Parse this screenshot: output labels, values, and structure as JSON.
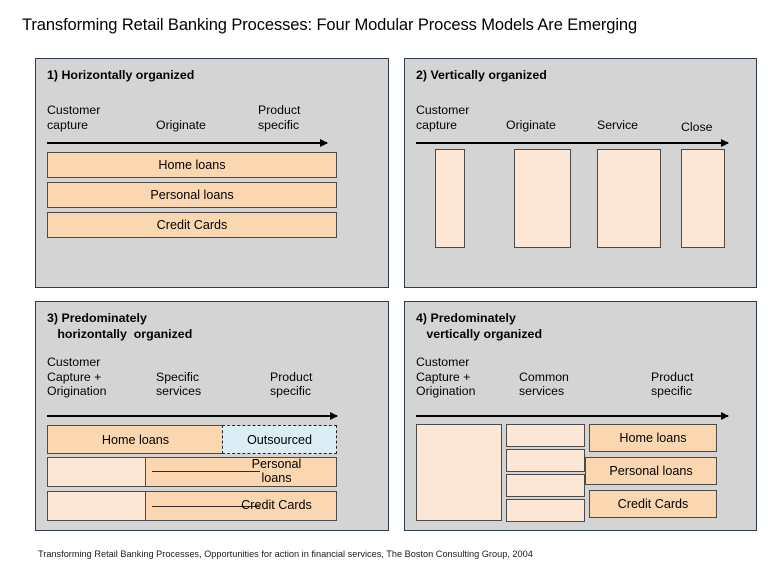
{
  "slide": {
    "title": "Transforming Retail Banking Processes: Four Modular Process Models Are Emerging",
    "footer": "Transforming Retail Banking Processes, Opportunities for action in financial services, The Boston Consulting Group, 2004"
  },
  "colors": {
    "panel_background": "#d4d4d4",
    "panel_border": "#2f3b4e",
    "box_orange": "#fad7b0",
    "box_pale": "#fce7d6",
    "box_blue": "#dcedf5",
    "box_border": "#4a4a4a",
    "text": "#000000",
    "page_background": "#ffffff"
  },
  "panels": [
    {
      "id": "horizontally-organized",
      "title": "1) Horizontally organized",
      "stages": [
        "Customer\ncapture",
        "Originate",
        "Product\nspecific"
      ],
      "bars": [
        {
          "label": "Home loans",
          "fill": "orange"
        },
        {
          "label": "Personal loans",
          "fill": "orange"
        },
        {
          "label": "Credit Cards",
          "fill": "orange"
        }
      ]
    },
    {
      "id": "vertically-organized",
      "title": "2) Vertically organized",
      "stages": [
        "Customer\ncapture",
        "Originate",
        "Service",
        "Close"
      ],
      "columns": [
        {
          "label": "",
          "fill": "pale"
        },
        {
          "label": "",
          "fill": "pale"
        },
        {
          "label": "",
          "fill": "pale"
        },
        {
          "label": "",
          "fill": "pale"
        }
      ]
    },
    {
      "id": "predominately-horizontally-organized",
      "title": "3) Predominately\n   horizontally  organized",
      "stages": [
        "Customer\nCapture +\nOrigination",
        "Specific\nservices",
        "Product\nspecific"
      ],
      "rows": [
        {
          "left": {
            "label": "Home loans",
            "fill": "orange"
          },
          "right": {
            "label": "Outsourced",
            "fill": "blue"
          }
        },
        {
          "left": {
            "label": "",
            "fill": "pale"
          },
          "right": {
            "label": "Personal\nloans",
            "fill": "orange"
          }
        },
        {
          "left": {
            "label": "",
            "fill": "pale"
          },
          "right": {
            "label": "Credit Cards",
            "fill": "orange"
          }
        }
      ]
    },
    {
      "id": "predominately-vertically-organized",
      "title": "4) Predominately\n   vertically organized",
      "stages": [
        "Customer\nCapture +\nOrigination",
        "Common\nservices",
        "Product\nspecific"
      ],
      "left_block": {
        "label": "",
        "fill": "pale"
      },
      "middle_blocks": [
        {
          "label": "",
          "fill": "pale"
        },
        {
          "label": "",
          "fill": "pale"
        },
        {
          "label": "",
          "fill": "pale"
        },
        {
          "label": "",
          "fill": "pale"
        }
      ],
      "product_blocks": [
        {
          "label": "Home loans",
          "fill": "orange"
        },
        {
          "label": "Personal loans",
          "fill": "orange"
        },
        {
          "label": "Credit Cards",
          "fill": "orange"
        }
      ]
    }
  ]
}
